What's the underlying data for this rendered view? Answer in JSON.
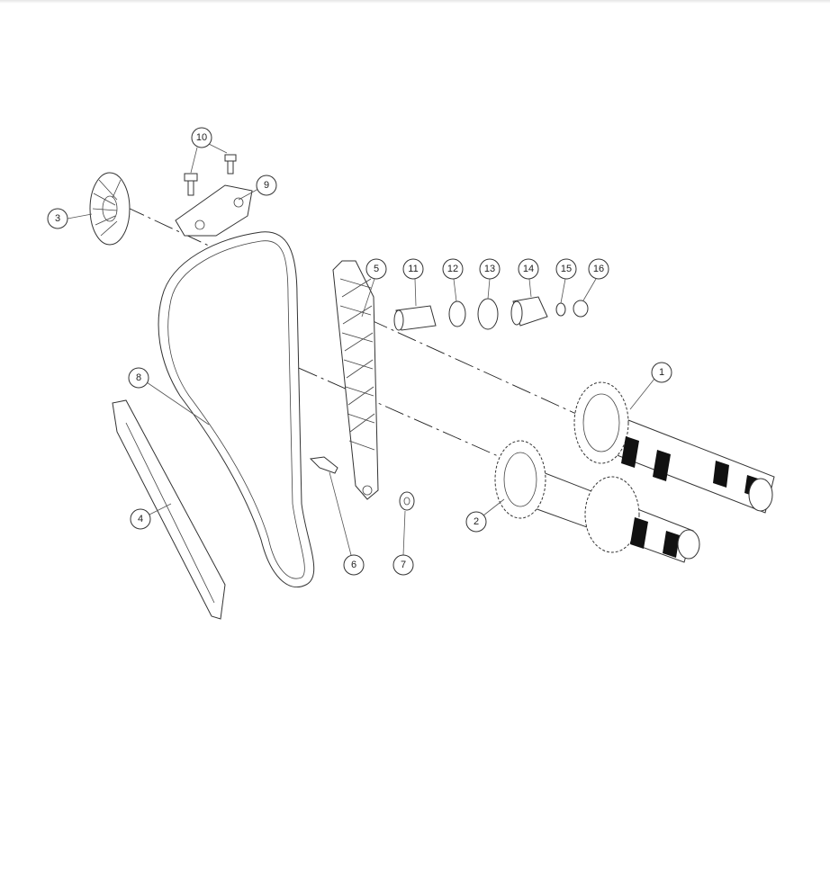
{
  "diagram": {
    "callouts": [
      {
        "id": "1",
        "label": "1"
      },
      {
        "id": "2",
        "label": "2"
      },
      {
        "id": "3",
        "label": "3"
      },
      {
        "id": "4",
        "label": "4"
      },
      {
        "id": "5",
        "label": "5"
      },
      {
        "id": "6",
        "label": "6"
      },
      {
        "id": "7",
        "label": "7"
      },
      {
        "id": "8",
        "label": "8"
      },
      {
        "id": "9",
        "label": "9"
      },
      {
        "id": "10",
        "label": "10"
      },
      {
        "id": "11",
        "label": "11"
      },
      {
        "id": "12",
        "label": "12"
      },
      {
        "id": "13",
        "label": "13"
      },
      {
        "id": "14",
        "label": "14"
      },
      {
        "id": "15",
        "label": "15"
      },
      {
        "id": "16",
        "label": "16"
      }
    ],
    "colors": {
      "line": "#333333",
      "background": "#ffffff",
      "lobe": "#111111"
    }
  }
}
